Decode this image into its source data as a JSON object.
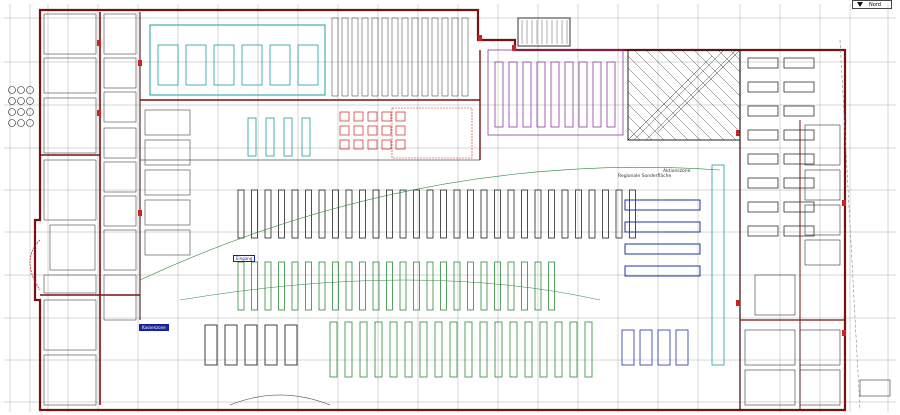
{
  "north_label": "Nord",
  "zone_labels": {
    "regional_label": "Regionale Sonderfläche",
    "aktionszone": "Aktionszone",
    "kasse_tag": "Kassenzone",
    "entrance_tag": "Eingang"
  },
  "colors": {
    "wall": "#7a1010",
    "wall_dark": "#3a0606",
    "grid": "#999999",
    "shelf": "#222222",
    "fridge": "#1c9c9c",
    "purple": "#8a3a9a",
    "blue": "#2233aa",
    "green": "#2a8a3a",
    "red": "#cc2222"
  }
}
